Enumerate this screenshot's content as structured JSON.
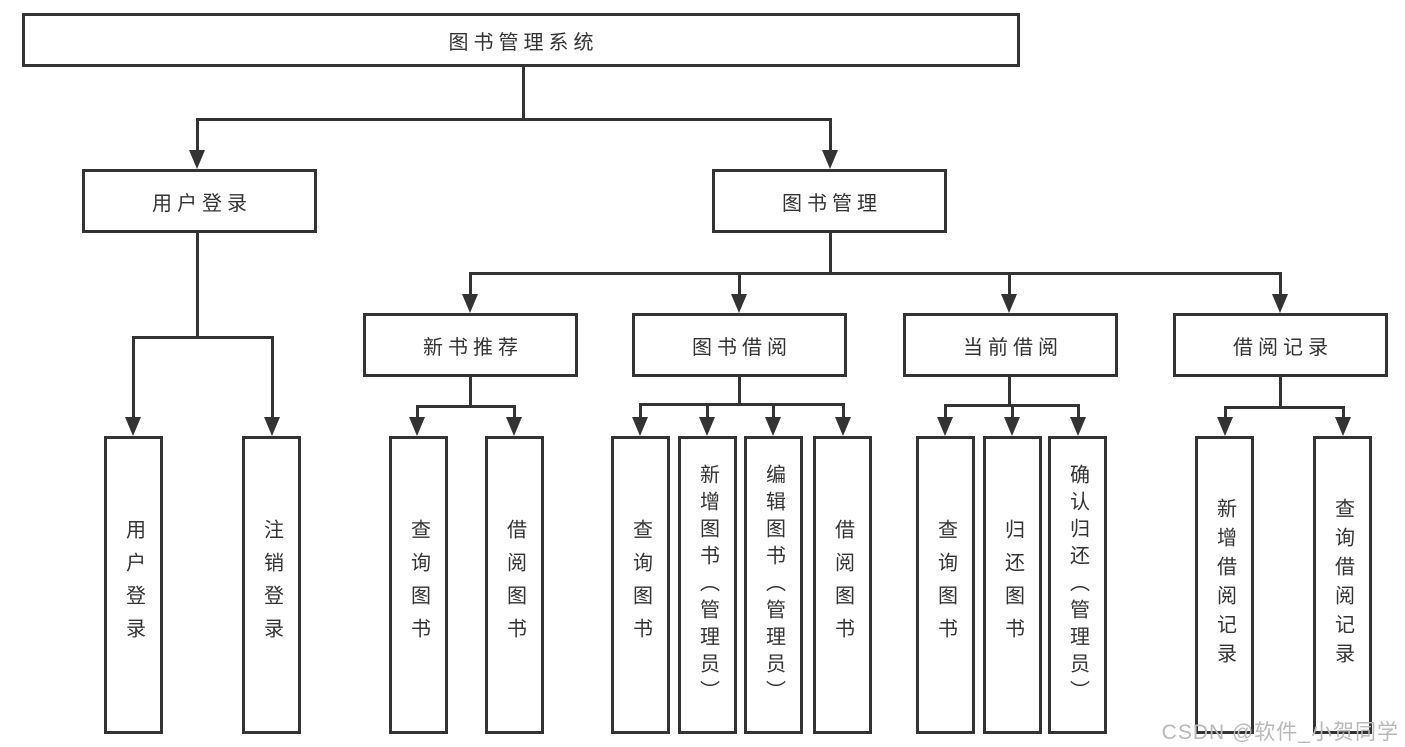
{
  "tree": {
    "root": {
      "label": "图书管理系统"
    },
    "branches": [
      {
        "label": "用户登录",
        "children": [
          {
            "label": "用户登录"
          },
          {
            "label": "注销登录"
          }
        ]
      },
      {
        "label": "图书管理",
        "children": [
          {
            "label": "新书推荐",
            "children": [
              {
                "label": "查询图书"
              },
              {
                "label": "借阅图书"
              }
            ]
          },
          {
            "label": "图书借阅",
            "children": [
              {
                "label": "查询图书"
              },
              {
                "label": "新增图书（管理员）"
              },
              {
                "label": "编辑图书（管理员）"
              },
              {
                "label": "借阅图书"
              }
            ]
          },
          {
            "label": "当前借阅",
            "children": [
              {
                "label": "查询图书"
              },
              {
                "label": "归还图书"
              },
              {
                "label": "确认归还（管理员）"
              }
            ]
          },
          {
            "label": "借阅记录",
            "children": [
              {
                "label": "新增借阅记录"
              },
              {
                "label": "查询借阅记录"
              }
            ]
          }
        ]
      }
    ]
  },
  "colors": {
    "line": "#333333",
    "text": "#333333",
    "background": "#ffffff",
    "watermark": "#b9b9b9"
  },
  "watermark": {
    "text": "CSDN @软件_小贺同学"
  }
}
